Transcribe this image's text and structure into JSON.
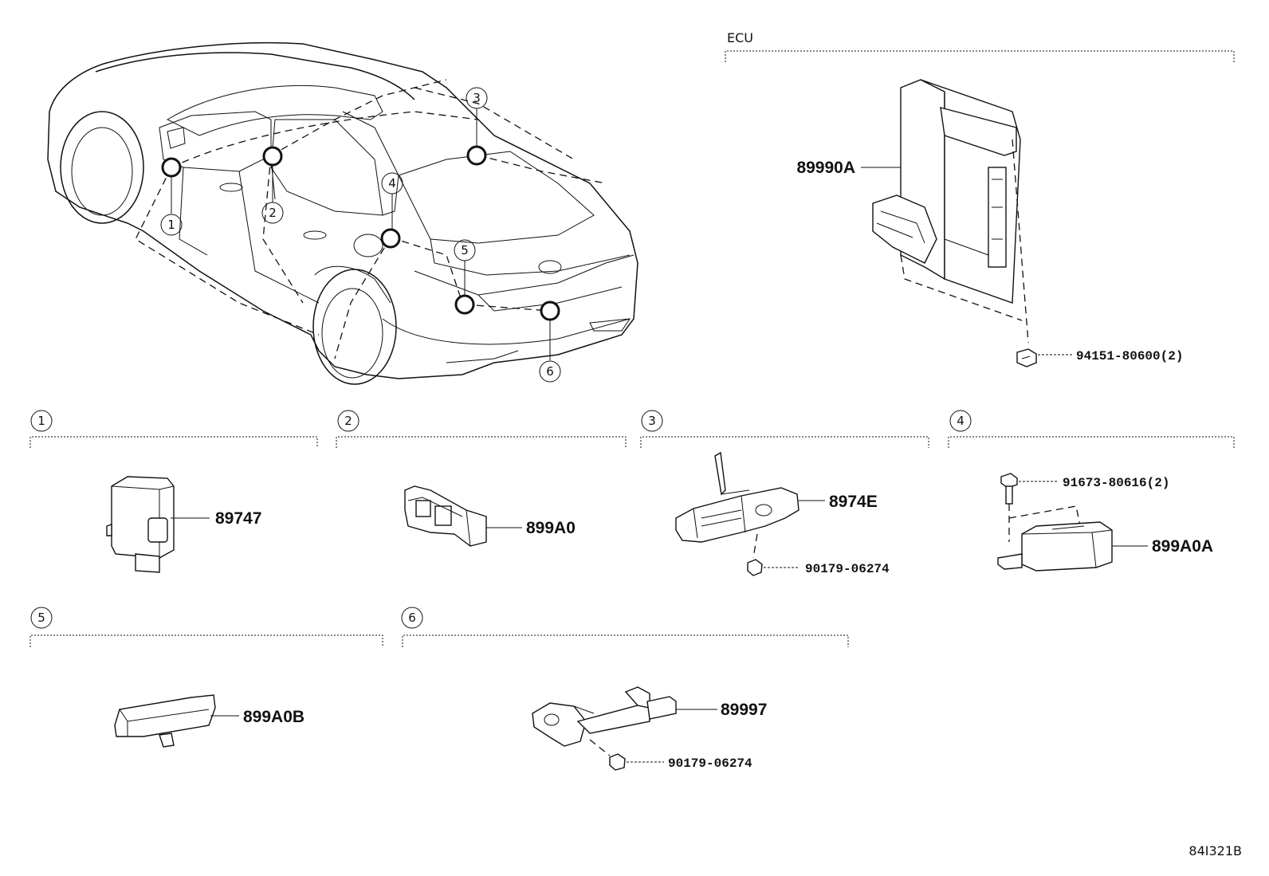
{
  "diagram": {
    "ecu_group_label": "ECU",
    "ecu_part": "89990A",
    "ecu_bolt": "94151-80600(2)",
    "car_callouts": [
      "1",
      "2",
      "3",
      "4",
      "5",
      "6"
    ],
    "sections": [
      {
        "num": "1",
        "parts": [
          "89747"
        ]
      },
      {
        "num": "2",
        "parts": [
          "899A0"
        ]
      },
      {
        "num": "3",
        "parts": [
          "8974E",
          "90179-06274"
        ]
      },
      {
        "num": "4",
        "parts": [
          "91673-80616(2)",
          "899A0A"
        ]
      },
      {
        "num": "5",
        "parts": [
          "899A0B"
        ]
      },
      {
        "num": "6",
        "parts": [
          "89997",
          "90179-06274"
        ]
      }
    ],
    "drawing_code": "84I321B"
  }
}
